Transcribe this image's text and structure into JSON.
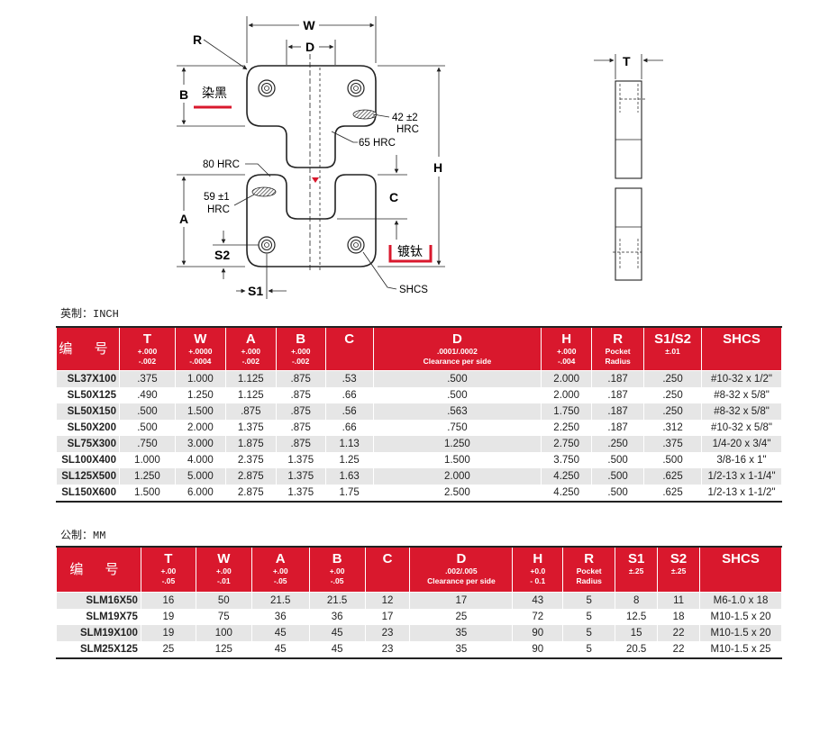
{
  "diagram": {
    "labels": {
      "W": "W",
      "D": "D",
      "R": "R",
      "B": "B",
      "A": "A",
      "C": "C",
      "H": "H",
      "S1": "S1",
      "S2": "S2",
      "T": "T",
      "black_oxide": "染黑",
      "titanium_plated": "镀钛",
      "hrc_42": "42 ±2",
      "hrc_42_unit": "HRC",
      "hrc_65": "65 HRC",
      "hrc_80": "80 HRC",
      "hrc_59": "59 ±1",
      "hrc_59_unit": "HRC",
      "shcs": "SHCS"
    },
    "colors": {
      "accent": "#d9182d",
      "line": "#222222",
      "hatch": "#444444"
    }
  },
  "inch": {
    "section_label": "英制：INCH",
    "headers": {
      "code": "编 号",
      "T": "T",
      "T_tol1": "+.000",
      "T_tol2": "-.002",
      "W": "W",
      "W_tol1": "+.0000",
      "W_tol2": "-.0004",
      "A": "A",
      "A_tol1": "+.000",
      "A_tol2": "-.002",
      "B": "B",
      "B_tol1": "+.000",
      "B_tol2": "-.002",
      "C": "C",
      "D": "D",
      "D_tol1": ".0001/.0002",
      "D_tol2": "Clearance per side",
      "H": "H",
      "H_tol1": "+.000",
      "H_tol2": "-.004",
      "R": "R",
      "R_tol1": "Pocket",
      "R_tol2": "Radius",
      "S": "S1/S2",
      "S_tol1": "±.01",
      "SHCS": "SHCS"
    },
    "rows": [
      [
        "SL37X100",
        ".375",
        "1.000",
        "1.125",
        ".875",
        ".53",
        ".500",
        "2.000",
        ".187",
        ".250",
        "#10-32 x 1/2\""
      ],
      [
        "SL50X125",
        ".490",
        "1.250",
        "1.125",
        ".875",
        ".66",
        ".500",
        "2.000",
        ".187",
        ".250",
        "#8-32 x 5/8\""
      ],
      [
        "SL50X150",
        ".500",
        "1.500",
        ".875",
        ".875",
        ".56",
        ".563",
        "1.750",
        ".187",
        ".250",
        "#8-32 x 5/8\""
      ],
      [
        "SL50X200",
        ".500",
        "2.000",
        "1.375",
        ".875",
        ".66",
        ".750",
        "2.250",
        ".187",
        ".312",
        "#10-32 x 5/8\""
      ],
      [
        "SL75X300",
        ".750",
        "3.000",
        "1.875",
        ".875",
        "1.13",
        "1.250",
        "2.750",
        ".250",
        ".375",
        "1/4-20 x 3/4\""
      ],
      [
        "SL100X400",
        "1.000",
        "4.000",
        "2.375",
        "1.375",
        "1.25",
        "1.500",
        "3.750",
        ".500",
        ".500",
        "3/8-16 x 1\""
      ],
      [
        "SL125X500",
        "1.250",
        "5.000",
        "2.875",
        "1.375",
        "1.63",
        "2.000",
        "4.250",
        ".500",
        ".625",
        "1/2-13 x 1-1/4\""
      ],
      [
        "SL150X600",
        "1.500",
        "6.000",
        "2.875",
        "1.375",
        "1.75",
        "2.500",
        "4.250",
        ".500",
        ".625",
        "1/2-13 x 1-1/2\""
      ]
    ]
  },
  "metric": {
    "section_label": "公制：MM",
    "headers": {
      "code": "编 号",
      "T": "T",
      "T_tol1": "+.00",
      "T_tol2": "-.05",
      "W": "W",
      "W_tol1": "+.00",
      "W_tol2": "-.01",
      "A": "A",
      "A_tol1": "+.00",
      "A_tol2": "-.05",
      "B": "B",
      "B_tol1": "+.00",
      "B_tol2": "-.05",
      "C": "C",
      "D": "D",
      "D_tol1": ".002/.005",
      "D_tol2": "Clearance per side",
      "H": "H",
      "H_tol1": "+0.0",
      "H_tol2": "- 0.1",
      "R": "R",
      "R_tol1": "Pocket",
      "R_tol2": "Radius",
      "S1": "S1",
      "S1_tol1": "±.25",
      "S2": "S2",
      "S2_tol1": "±.25",
      "SHCS": "SHCS"
    },
    "rows": [
      [
        "SLM16X50",
        "16",
        "50",
        "21.5",
        "21.5",
        "12",
        "17",
        "43",
        "5",
        "8",
        "11",
        "M6-1.0 x 18"
      ],
      [
        "SLM19X75",
        "19",
        "75",
        "36",
        "36",
        "17",
        "25",
        "72",
        "5",
        "12.5",
        "18",
        "M10-1.5 x 20"
      ],
      [
        "SLM19X100",
        "19",
        "100",
        "45",
        "45",
        "23",
        "35",
        "90",
        "5",
        "15",
        "22",
        "M10-1.5 x 20"
      ],
      [
        "SLM25X125",
        "25",
        "125",
        "45",
        "45",
        "23",
        "35",
        "90",
        "5",
        "20.5",
        "22",
        "M10-1.5 x 25"
      ]
    ]
  }
}
